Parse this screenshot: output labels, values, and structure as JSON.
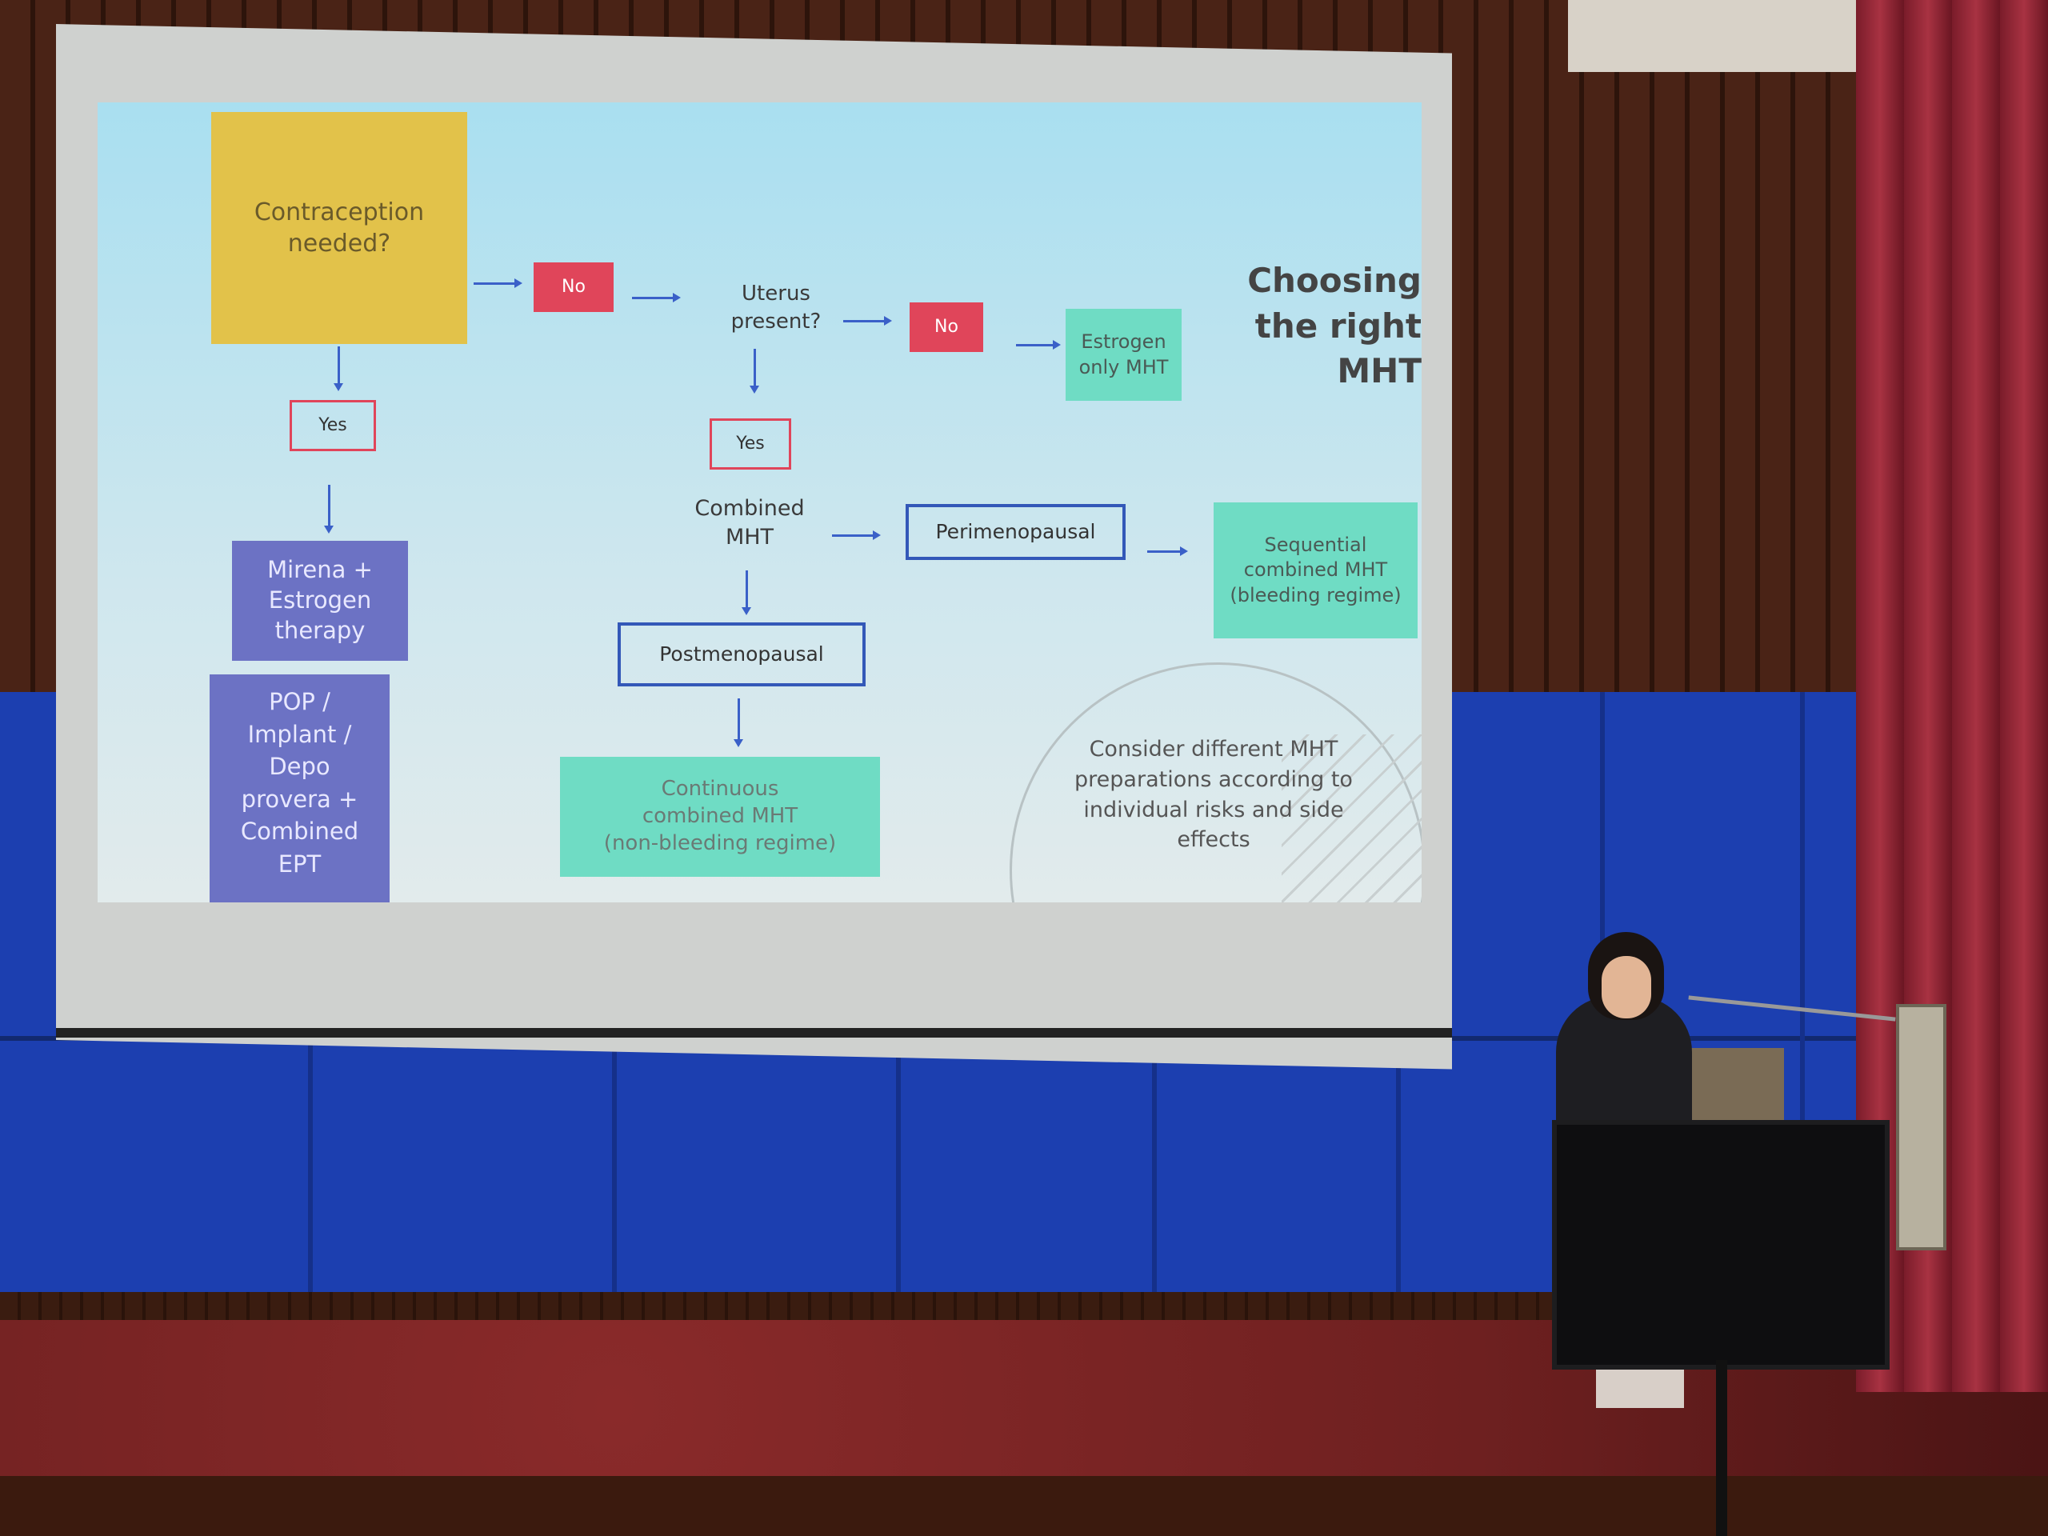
{
  "slide": {
    "title": "Choosing\nthe right\nMHT",
    "contraception_question": "Contraception\nneeded?",
    "no_1": "No",
    "uterus_question": "Uterus\npresent?",
    "no_2": "No",
    "estrogen_only": "Estrogen\nonly MHT",
    "yes_1": "Yes",
    "yes_2": "Yes",
    "mirena": "Mirena +\nEstrogen\ntherapy",
    "pop": "POP /\nImplant /\nDepo\nprovera +\nCombined\nEPT",
    "combined_mht": "Combined\nMHT",
    "perimenopausal": "Perimenopausal",
    "sequential": "Sequential\ncombined MHT\n(bleeding regime)",
    "postmenopausal": "Postmenopausal",
    "continuous": "Continuous\ncombined MHT\n(non-bleeding regime)",
    "note": "Consider different MHT\npreparations according to\nindividual risks and side\neffects"
  },
  "colors": {
    "yellow": "#e2c24a",
    "red": "#e0455a",
    "teal": "#6fdcc4",
    "purple": "#6c72c4",
    "blue_outline": "#3358b8",
    "text": "#3a3a3a"
  }
}
